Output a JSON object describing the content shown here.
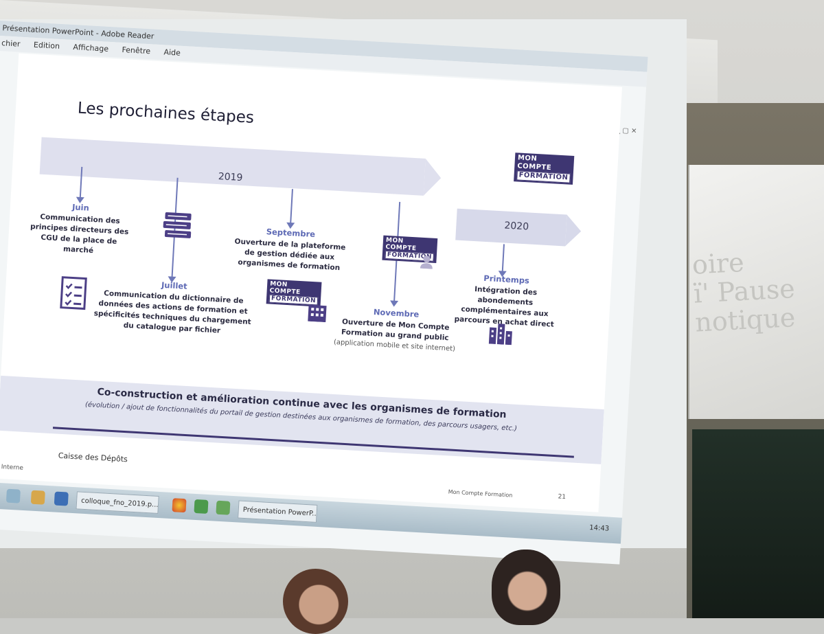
{
  "window": {
    "title": "Présentation PowerPoint - Adobe Reader",
    "menu": [
      "chier",
      "Edition",
      "Affichage",
      "Fenêtre",
      "Aide"
    ]
  },
  "slide": {
    "title": "Les prochaines étapes",
    "year_main": "2019",
    "year_next": "2020",
    "logo": [
      "MON",
      "COMPTE",
      "FORMATION"
    ],
    "steps": {
      "juin": {
        "month": "Juin",
        "text": "Communication des principes directeurs des CGU de la place de marché"
      },
      "juillet": {
        "month": "Juillet",
        "text": "Communication du dictionnaire de données des actions de formation et spécificités techniques du chargement du catalogue par fichier"
      },
      "septembre": {
        "month": "Septembre",
        "text": "Ouverture de la plateforme de gestion dédiée aux organismes de formation"
      },
      "novembre": {
        "month": "Novembre",
        "text": "Ouverture de Mon Compte Formation au grand public",
        "sub": "(application mobile et site internet)"
      },
      "printemps": {
        "month": "Printemps",
        "text": "Intégration des abondements complémentaires aux parcours en achat direct"
      }
    },
    "footer": {
      "main": "Co-construction et amélioration continue avec les organismes de formation",
      "sub": "(évolution / ajout de fonctionnalités du portail de gestion destinées aux organismes de formation, des parcours usagers, etc.)",
      "org": "Caisse des Dépôts",
      "interne": "Interne",
      "brand": "Mon Compte Formation",
      "page": "21"
    }
  },
  "taskbar": {
    "item1": "colloque_fno_2019.p...",
    "item2": "Présentation PowerP...",
    "time": "14:43"
  },
  "whiteboard_text": [
    "oire",
    "ï' Pause",
    "notique"
  ],
  "colors": {
    "accent": "#3e3672",
    "arrow": "#6e78b8",
    "band": "#dfe0ee"
  }
}
